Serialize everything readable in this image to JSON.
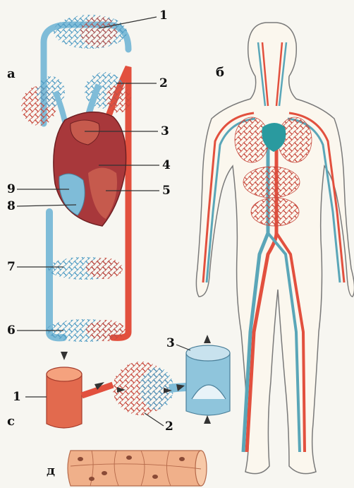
{
  "section_labels": {
    "a": "а",
    "b": "б",
    "c": "с",
    "d": "д"
  },
  "labels_a": [
    "1",
    "2",
    "3",
    "4",
    "5",
    "9",
    "8",
    "7",
    "6"
  ],
  "labels_c": [
    "1",
    "2",
    "3"
  ],
  "colors": {
    "artery": "#e2503e",
    "vein": "#7fbcd8",
    "heart": "#a8383b",
    "vessel_wall": "#f0b08a",
    "background": "#f7f6f1",
    "leader": "#333333"
  }
}
